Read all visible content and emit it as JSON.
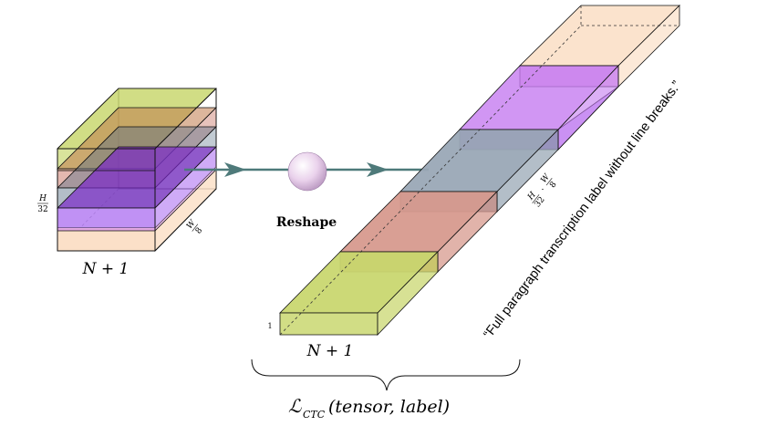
{
  "diagram": {
    "operation_label": "Reshape",
    "loss_label": "ℒ_{CTC}(tensor, label)",
    "loss_main": "ℒ",
    "loss_sub": "CTC",
    "loss_args": "(tensor, label)",
    "left_tensor": {
      "width_label": "N + 1",
      "height_label_num": "H",
      "height_label_den": "32",
      "depth_label_num": "W",
      "depth_label_den": "8"
    },
    "right_tensor": {
      "width_label": "N + 1",
      "height_label": "1",
      "depth_label_a_num": "H",
      "depth_label_a_den": "32",
      "depth_label_dot": "·",
      "depth_label_b_num": "W",
      "depth_label_b_den": "8"
    },
    "label_text": "“Full paragraph transcription label without line breaks.”"
  },
  "colors": {
    "layer_green": "#c9d770",
    "layer_red": "#d79a8e",
    "layer_slate": "#9aa8b6",
    "layer_purple": "#b57ef2",
    "layer_pink": "#e2a7e0",
    "layer_peach": "#fbe0c8",
    "arrow": "#4e7a7a",
    "edge": "#111111"
  }
}
